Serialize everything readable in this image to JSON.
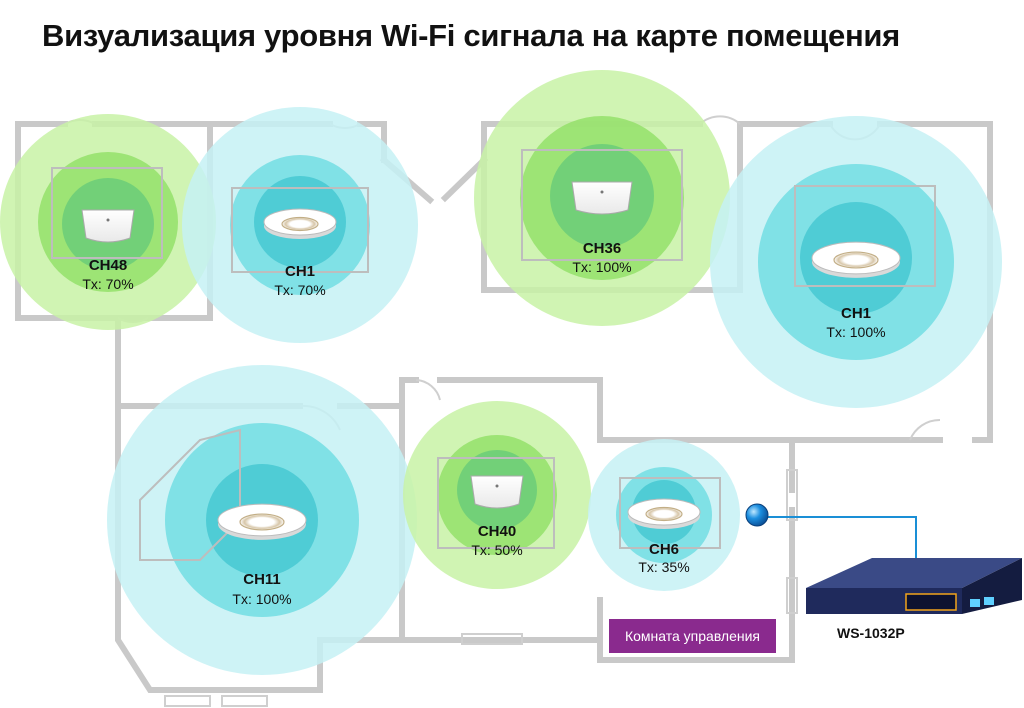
{
  "title": "Визуализация уровня Wi-Fi сигнала на карте помещения",
  "access_points": [
    {
      "id": "ap-ch48",
      "channel": "CH48",
      "tx": "Tx: 70%",
      "band_color": "#7ed957",
      "model": "square"
    },
    {
      "id": "ap-ch1-a",
      "channel": "CH1",
      "tx": "Tx: 70%",
      "band_color": "#3fd0d8",
      "model": "round"
    },
    {
      "id": "ap-ch36",
      "channel": "CH36",
      "tx": "Tx: 100%",
      "band_color": "#7ed957",
      "model": "square"
    },
    {
      "id": "ap-ch1-b",
      "channel": "CH1",
      "tx": "Tx: 100%",
      "band_color": "#3fd0d8",
      "model": "round"
    },
    {
      "id": "ap-ch11",
      "channel": "CH11",
      "tx": "Tx: 100%",
      "band_color": "#3fd0d8",
      "model": "round"
    },
    {
      "id": "ap-ch40",
      "channel": "CH40",
      "tx": "Tx: 50%",
      "band_color": "#7ed957",
      "model": "square"
    },
    {
      "id": "ap-ch6",
      "channel": "CH6",
      "tx": "Tx: 35%",
      "band_color": "#3fd0d8",
      "model": "round"
    }
  ],
  "control_room_label": "Комната управления",
  "switch": {
    "model": "WS-1032P",
    "body_color": "#1f2a5c",
    "port_color": "#f2a31b"
  },
  "colors": {
    "green_band": "#7ed957",
    "cyan_band": "#3fd0d8",
    "wall": "#c9c9c9",
    "link_line": "#1a8fd6",
    "control_room_bg": "#8a2a8e"
  }
}
